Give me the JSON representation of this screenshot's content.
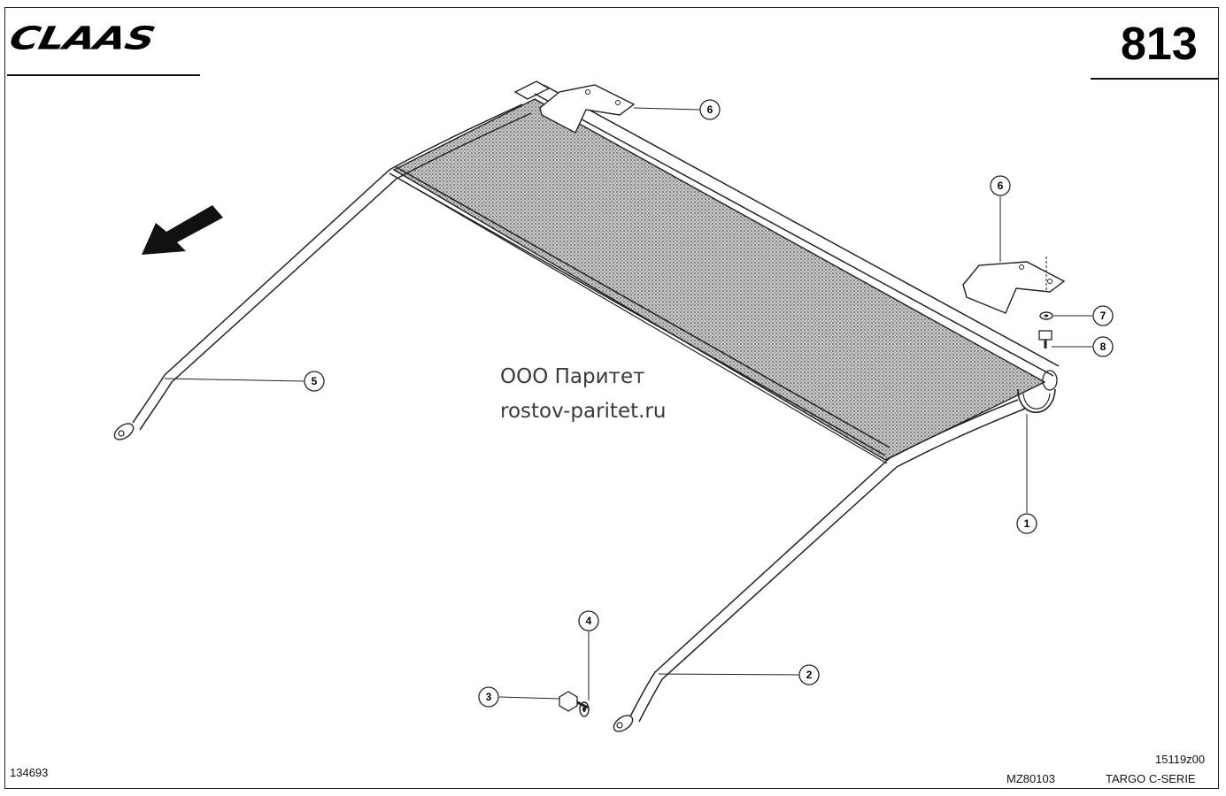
{
  "header": {
    "brand": "CLAAS",
    "page_number": "813"
  },
  "watermark": {
    "line1": "ООО Паритет",
    "line2": "rostov-paritet.ru"
  },
  "footer": {
    "image_number": "134693",
    "drawing_code": "MZ80103",
    "revision": "15119z00",
    "series": "TARGO C-SERIE"
  },
  "callouts": [
    "1",
    "2",
    "3",
    "4",
    "5",
    "6",
    "6",
    "7",
    "8"
  ]
}
